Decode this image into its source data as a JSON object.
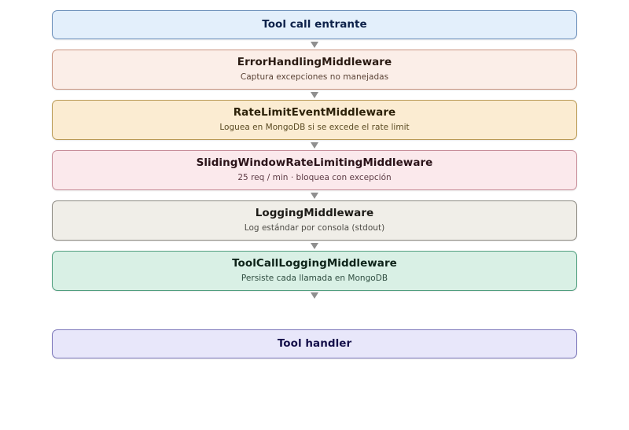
{
  "diagram": {
    "type": "flowchart",
    "orientation": "top-to-bottom",
    "background_color": "#ffffff",
    "connector_color": "#8f8f8f",
    "nodes": [
      {
        "id": "entry",
        "title": "Tool call entrante",
        "subtitle": "",
        "fill": "#e3effb",
        "border": "#6b8fba",
        "text_color": "#0d2149"
      },
      {
        "id": "error-handling",
        "title": "ErrorHandlingMiddleware",
        "subtitle": "Captura excepciones no manejadas",
        "fill": "#fbeee8",
        "border": "#c89480",
        "text_color": "#2a1a12"
      },
      {
        "id": "rate-limit-event",
        "title": "RateLimitEventMiddleware",
        "subtitle": "Loguea en MongoDB si se excede el rate limit",
        "fill": "#fbecd2",
        "border": "#b99a56",
        "text_color": "#2c2108"
      },
      {
        "id": "sliding-window",
        "title": "SlidingWindowRateLimitingMiddleware",
        "subtitle": "25 req / min · bloquea con excepción",
        "fill": "#fbe9ec",
        "border": "#c78d99",
        "text_color": "#2a1218"
      },
      {
        "id": "logging",
        "title": "LoggingMiddleware",
        "subtitle": "Log estándar por consola (stdout)",
        "fill": "#f0eee8",
        "border": "#8d8a82",
        "text_color": "#1d1b17"
      },
      {
        "id": "tool-call-logging",
        "title": "ToolCallLoggingMiddleware",
        "subtitle": "Persiste cada llamada en MongoDB",
        "fill": "#d9f0e5",
        "border": "#4f9e7e",
        "text_color": "#0e2319"
      },
      {
        "id": "handler",
        "title": "Tool handler",
        "subtitle": "",
        "fill": "#e8e7fa",
        "border": "#7b76ba",
        "text_color": "#15104a"
      }
    ],
    "connectors": [
      {
        "from": "entry",
        "to": "error-handling",
        "glyph": "down-arrow"
      },
      {
        "from": "error-handling",
        "to": "rate-limit-event",
        "glyph": "down-arrow"
      },
      {
        "from": "rate-limit-event",
        "to": "sliding-window",
        "glyph": "down-arrow"
      },
      {
        "from": "sliding-window",
        "to": "logging",
        "glyph": "down-arrow"
      },
      {
        "from": "logging",
        "to": "tool-call-logging",
        "glyph": "down-arrow"
      },
      {
        "from": "tool-call-logging",
        "to": "handler",
        "glyph": "down-arrow"
      }
    ]
  }
}
